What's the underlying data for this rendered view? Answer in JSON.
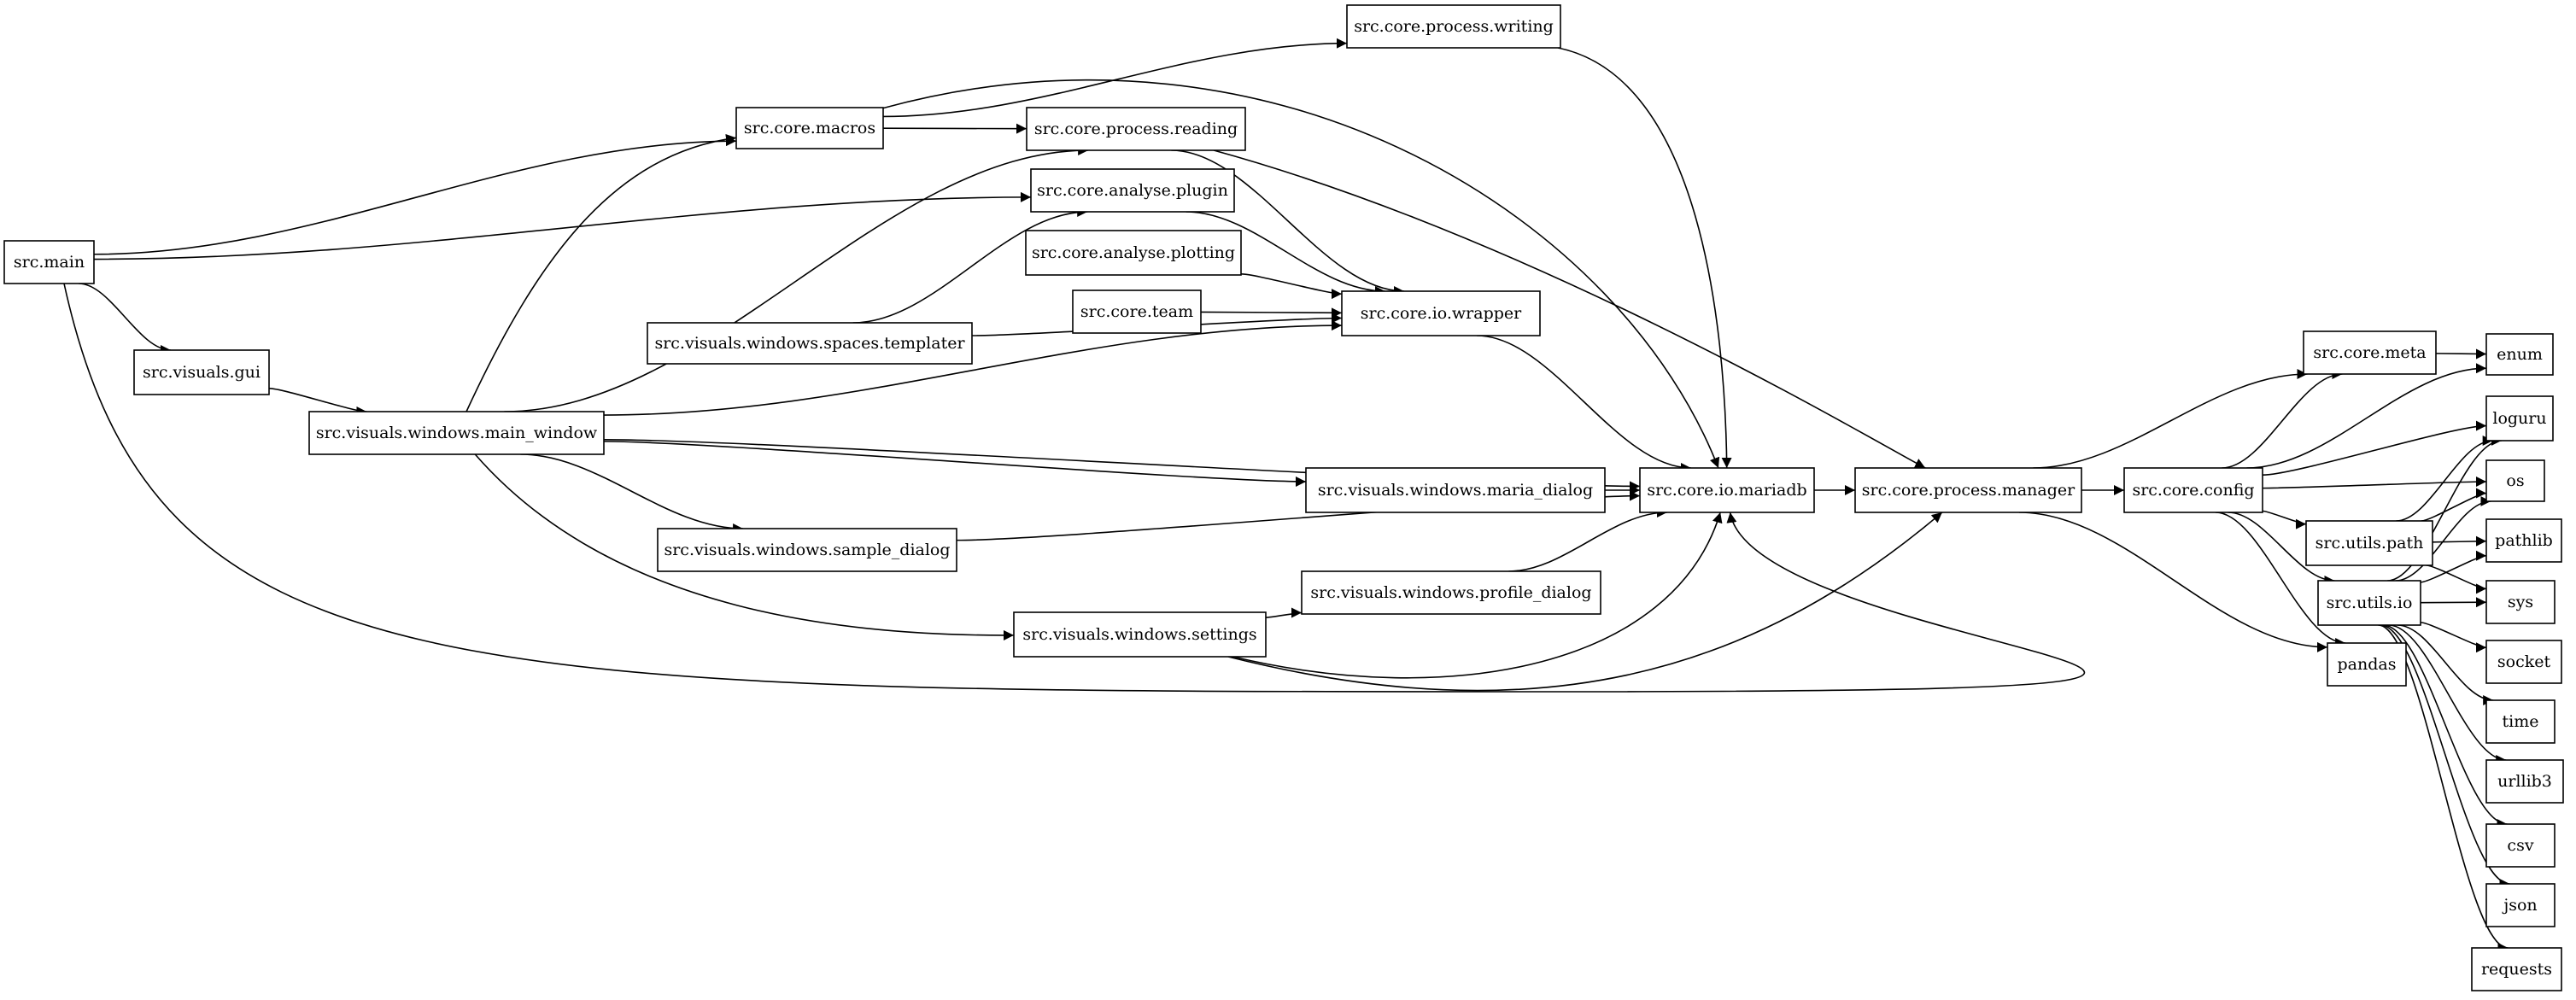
{
  "graph": {
    "nodes": [
      {
        "id": "main",
        "label": "src.main"
      },
      {
        "id": "gui",
        "label": "src.visuals.gui"
      },
      {
        "id": "macros",
        "label": "src.core.macros"
      },
      {
        "id": "writing",
        "label": "src.core.process.writing"
      },
      {
        "id": "reading",
        "label": "src.core.process.reading"
      },
      {
        "id": "plugin",
        "label": "src.core.analyse.plugin"
      },
      {
        "id": "plotting",
        "label": "src.core.analyse.plotting"
      },
      {
        "id": "team",
        "label": "src.core.team"
      },
      {
        "id": "templater",
        "label": "src.visuals.windows.spaces.templater"
      },
      {
        "id": "wrapper",
        "label": "src.core.io.wrapper"
      },
      {
        "id": "main_window",
        "label": "src.visuals.windows.main_window"
      },
      {
        "id": "maria_dialog",
        "label": "src.visuals.windows.maria_dialog"
      },
      {
        "id": "mariadb",
        "label": "src.core.io.mariadb"
      },
      {
        "id": "sample_dialog",
        "label": "src.visuals.windows.sample_dialog"
      },
      {
        "id": "profile_dialog",
        "label": "src.visuals.windows.profile_dialog"
      },
      {
        "id": "settings",
        "label": "src.visuals.windows.settings"
      },
      {
        "id": "manager",
        "label": "src.core.process.manager"
      },
      {
        "id": "config",
        "label": "src.core.config"
      },
      {
        "id": "meta",
        "label": "src.core.meta"
      },
      {
        "id": "path",
        "label": "src.utils.path"
      },
      {
        "id": "io",
        "label": "src.utils.io"
      },
      {
        "id": "pandas",
        "label": "pandas"
      },
      {
        "id": "enum",
        "label": "enum"
      },
      {
        "id": "loguru",
        "label": "loguru"
      },
      {
        "id": "os",
        "label": "os"
      },
      {
        "id": "pathlib",
        "label": "pathlib"
      },
      {
        "id": "sys",
        "label": "sys"
      },
      {
        "id": "socket",
        "label": "socket"
      },
      {
        "id": "time",
        "label": "time"
      },
      {
        "id": "urllib3",
        "label": "urllib3"
      },
      {
        "id": "csv",
        "label": "csv"
      },
      {
        "id": "json",
        "label": "json"
      },
      {
        "id": "requests",
        "label": "requests"
      }
    ],
    "edges": [
      [
        "main",
        "macros"
      ],
      [
        "main",
        "plugin"
      ],
      [
        "main",
        "gui"
      ],
      [
        "main",
        "mariadb"
      ],
      [
        "gui",
        "main_window"
      ],
      [
        "macros",
        "writing"
      ],
      [
        "macros",
        "reading"
      ],
      [
        "macros",
        "mariadb"
      ],
      [
        "writing",
        "mariadb"
      ],
      [
        "reading",
        "wrapper"
      ],
      [
        "reading",
        "manager"
      ],
      [
        "plugin",
        "wrapper"
      ],
      [
        "plotting",
        "wrapper"
      ],
      [
        "team",
        "wrapper"
      ],
      [
        "templater",
        "plugin"
      ],
      [
        "templater",
        "wrapper"
      ],
      [
        "main_window",
        "macros"
      ],
      [
        "main_window",
        "reading"
      ],
      [
        "main_window",
        "wrapper"
      ],
      [
        "main_window",
        "mariadb"
      ],
      [
        "main_window",
        "maria_dialog"
      ],
      [
        "main_window",
        "sample_dialog"
      ],
      [
        "main_window",
        "settings"
      ],
      [
        "wrapper",
        "mariadb"
      ],
      [
        "maria_dialog",
        "mariadb"
      ],
      [
        "sample_dialog",
        "mariadb"
      ],
      [
        "profile_dialog",
        "mariadb"
      ],
      [
        "settings",
        "profile_dialog"
      ],
      [
        "settings",
        "mariadb"
      ],
      [
        "settings",
        "manager"
      ],
      [
        "mariadb",
        "manager"
      ],
      [
        "manager",
        "config"
      ],
      [
        "manager",
        "meta"
      ],
      [
        "manager",
        "pandas"
      ],
      [
        "config",
        "meta"
      ],
      [
        "config",
        "enum"
      ],
      [
        "config",
        "loguru"
      ],
      [
        "config",
        "os"
      ],
      [
        "config",
        "path"
      ],
      [
        "config",
        "io"
      ],
      [
        "config",
        "pandas"
      ],
      [
        "meta",
        "enum"
      ],
      [
        "path",
        "loguru"
      ],
      [
        "path",
        "os"
      ],
      [
        "path",
        "pathlib"
      ],
      [
        "path",
        "sys"
      ],
      [
        "io",
        "loguru"
      ],
      [
        "io",
        "os"
      ],
      [
        "io",
        "pathlib"
      ],
      [
        "io",
        "sys"
      ],
      [
        "io",
        "socket"
      ],
      [
        "io",
        "time"
      ],
      [
        "io",
        "urllib3"
      ],
      [
        "io",
        "csv"
      ],
      [
        "io",
        "json"
      ],
      [
        "io",
        "requests"
      ]
    ]
  }
}
